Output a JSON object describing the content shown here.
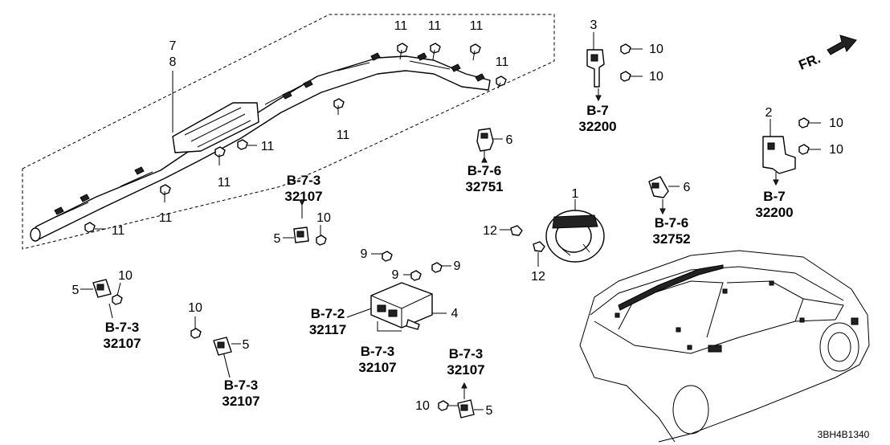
{
  "diagram_code": "3BH4B1340",
  "front_indicator": "FR.",
  "callouts": {
    "c7": "7",
    "c8": "8",
    "c11_a": "11",
    "c11_b": "11",
    "c11_c": "11",
    "c11_d": "11",
    "c11_e": "11",
    "c11_f": "11",
    "c11_g": "11",
    "c11_h": "11",
    "c11_i": "11",
    "c3": "3",
    "c10_a": "10",
    "c10_b": "10",
    "c2": "2",
    "c10_c": "10",
    "c10_d": "10",
    "c6_a": "6",
    "c6_b": "6",
    "c1": "1",
    "c12_a": "12",
    "c12_b": "12",
    "c5_a": "5",
    "c10_e": "10",
    "c9_a": "9",
    "c9_b": "9",
    "c9_c": "9",
    "c4": "4",
    "c5_b": "5",
    "c10_f": "10",
    "c10_g": "10",
    "c5_c": "5",
    "c10_h": "10",
    "c5_d": "5"
  },
  "refs": {
    "r1_sec": "B-7",
    "r1_code": "32200",
    "r2_sec": "B-7",
    "r2_code": "32200",
    "r3_sec": "B-7-6",
    "r3_code": "32751",
    "r4_sec": "B-7-6",
    "r4_code": "32752",
    "r5_sec": "B-7-3",
    "r5_code": "32107",
    "r6_sec": "B-7-3",
    "r6_code": "32107",
    "r7_sec": "B-7-3",
    "r7_code": "32107",
    "r8_sec": "B-7-2",
    "r8_code": "32117",
    "r9_sec": "B-7-3",
    "r9_code": "32107",
    "r10_sec": "B-7-3",
    "r10_code": "32107"
  },
  "colors": {
    "line": "#000000",
    "background": "#ffffff"
  }
}
